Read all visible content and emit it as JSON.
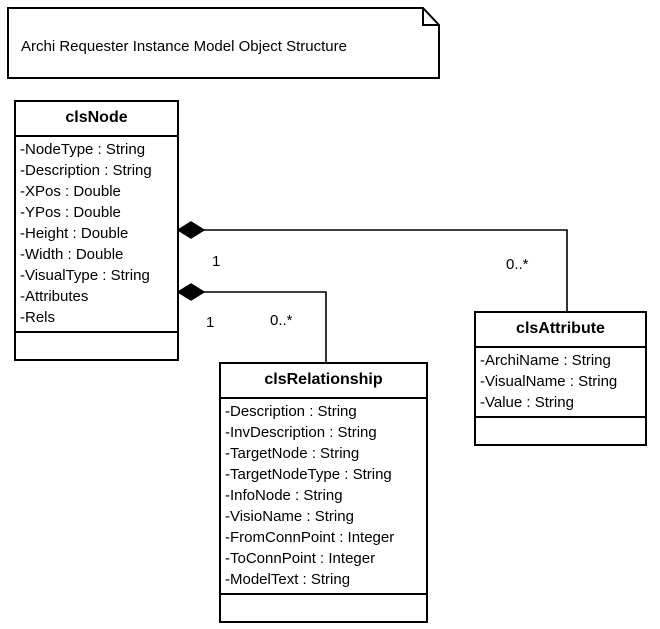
{
  "diagram": {
    "type": "uml-class-diagram",
    "note": {
      "text": "Archi Requester Instance Model Object Structure"
    },
    "classes": [
      {
        "id": "clsNode",
        "name": "clsNode",
        "attributes": [
          "-NodeType : String",
          "-Description : String",
          "-XPos : Double",
          "-YPos : Double",
          "-Height : Double",
          "-Width : Double",
          "-VisualType : String",
          "-Attributes",
          "-Rels"
        ],
        "operations": []
      },
      {
        "id": "clsRelationship",
        "name": "clsRelationship",
        "attributes": [
          "-Description : String",
          "-InvDescription : String",
          "-TargetNode : String",
          "-TargetNodeType : String",
          "-InfoNode : String",
          "-VisioName : String",
          "-FromConnPoint : Integer",
          "-ToConnPoint : Integer",
          "-ModelText : String"
        ],
        "operations": []
      },
      {
        "id": "clsAttribute",
        "name": "clsAttribute",
        "attributes": [
          "-ArchiName : String",
          "-VisualName : String",
          "-Value : String"
        ],
        "operations": []
      }
    ],
    "associations": [
      {
        "id": "node-attribute",
        "kind": "composition",
        "from": "clsNode",
        "to": "clsAttribute",
        "source_multiplicity": "1",
        "target_multiplicity": "0..*"
      },
      {
        "id": "node-relationship",
        "kind": "composition",
        "from": "clsNode",
        "to": "clsRelationship",
        "source_multiplicity": "1",
        "target_multiplicity": "0..*"
      }
    ],
    "colors": {
      "line": "#000000",
      "fill": "#ffffff",
      "text": "#000000"
    }
  }
}
